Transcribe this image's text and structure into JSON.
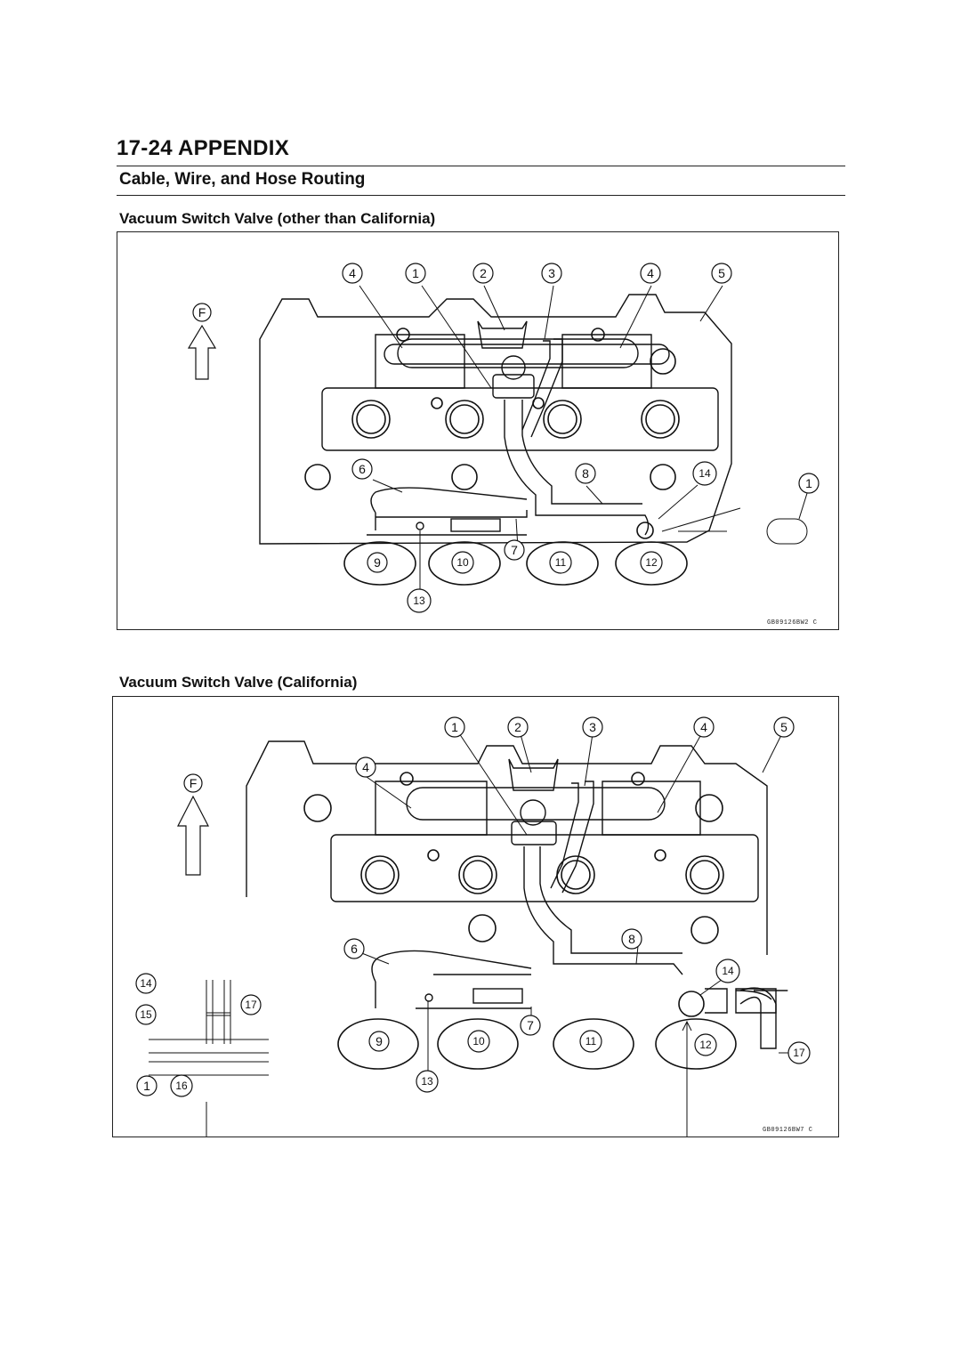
{
  "page": {
    "header": "17-24 APPENDIX",
    "section_title": "Cable, Wire, and Hose Routing"
  },
  "figures": [
    {
      "title": "Vacuum Switch Valve (other than California)",
      "front_label": "F",
      "code": "GB09126BW2 C",
      "callouts": [
        "4",
        "1",
        "2",
        "3",
        "4",
        "5",
        "6",
        "8",
        "14",
        "1",
        "9",
        "10",
        "7",
        "11",
        "12",
        "13"
      ]
    },
    {
      "title": "Vacuum Switch Valve (California)",
      "front_label": "F",
      "code": "GB09126BW7 C",
      "callouts": [
        "1",
        "2",
        "3",
        "4",
        "5",
        "4",
        "6",
        "8",
        "14",
        "14",
        "15",
        "17",
        "7",
        "9",
        "10",
        "11",
        "12",
        "17",
        "1",
        "16",
        "13"
      ]
    }
  ]
}
